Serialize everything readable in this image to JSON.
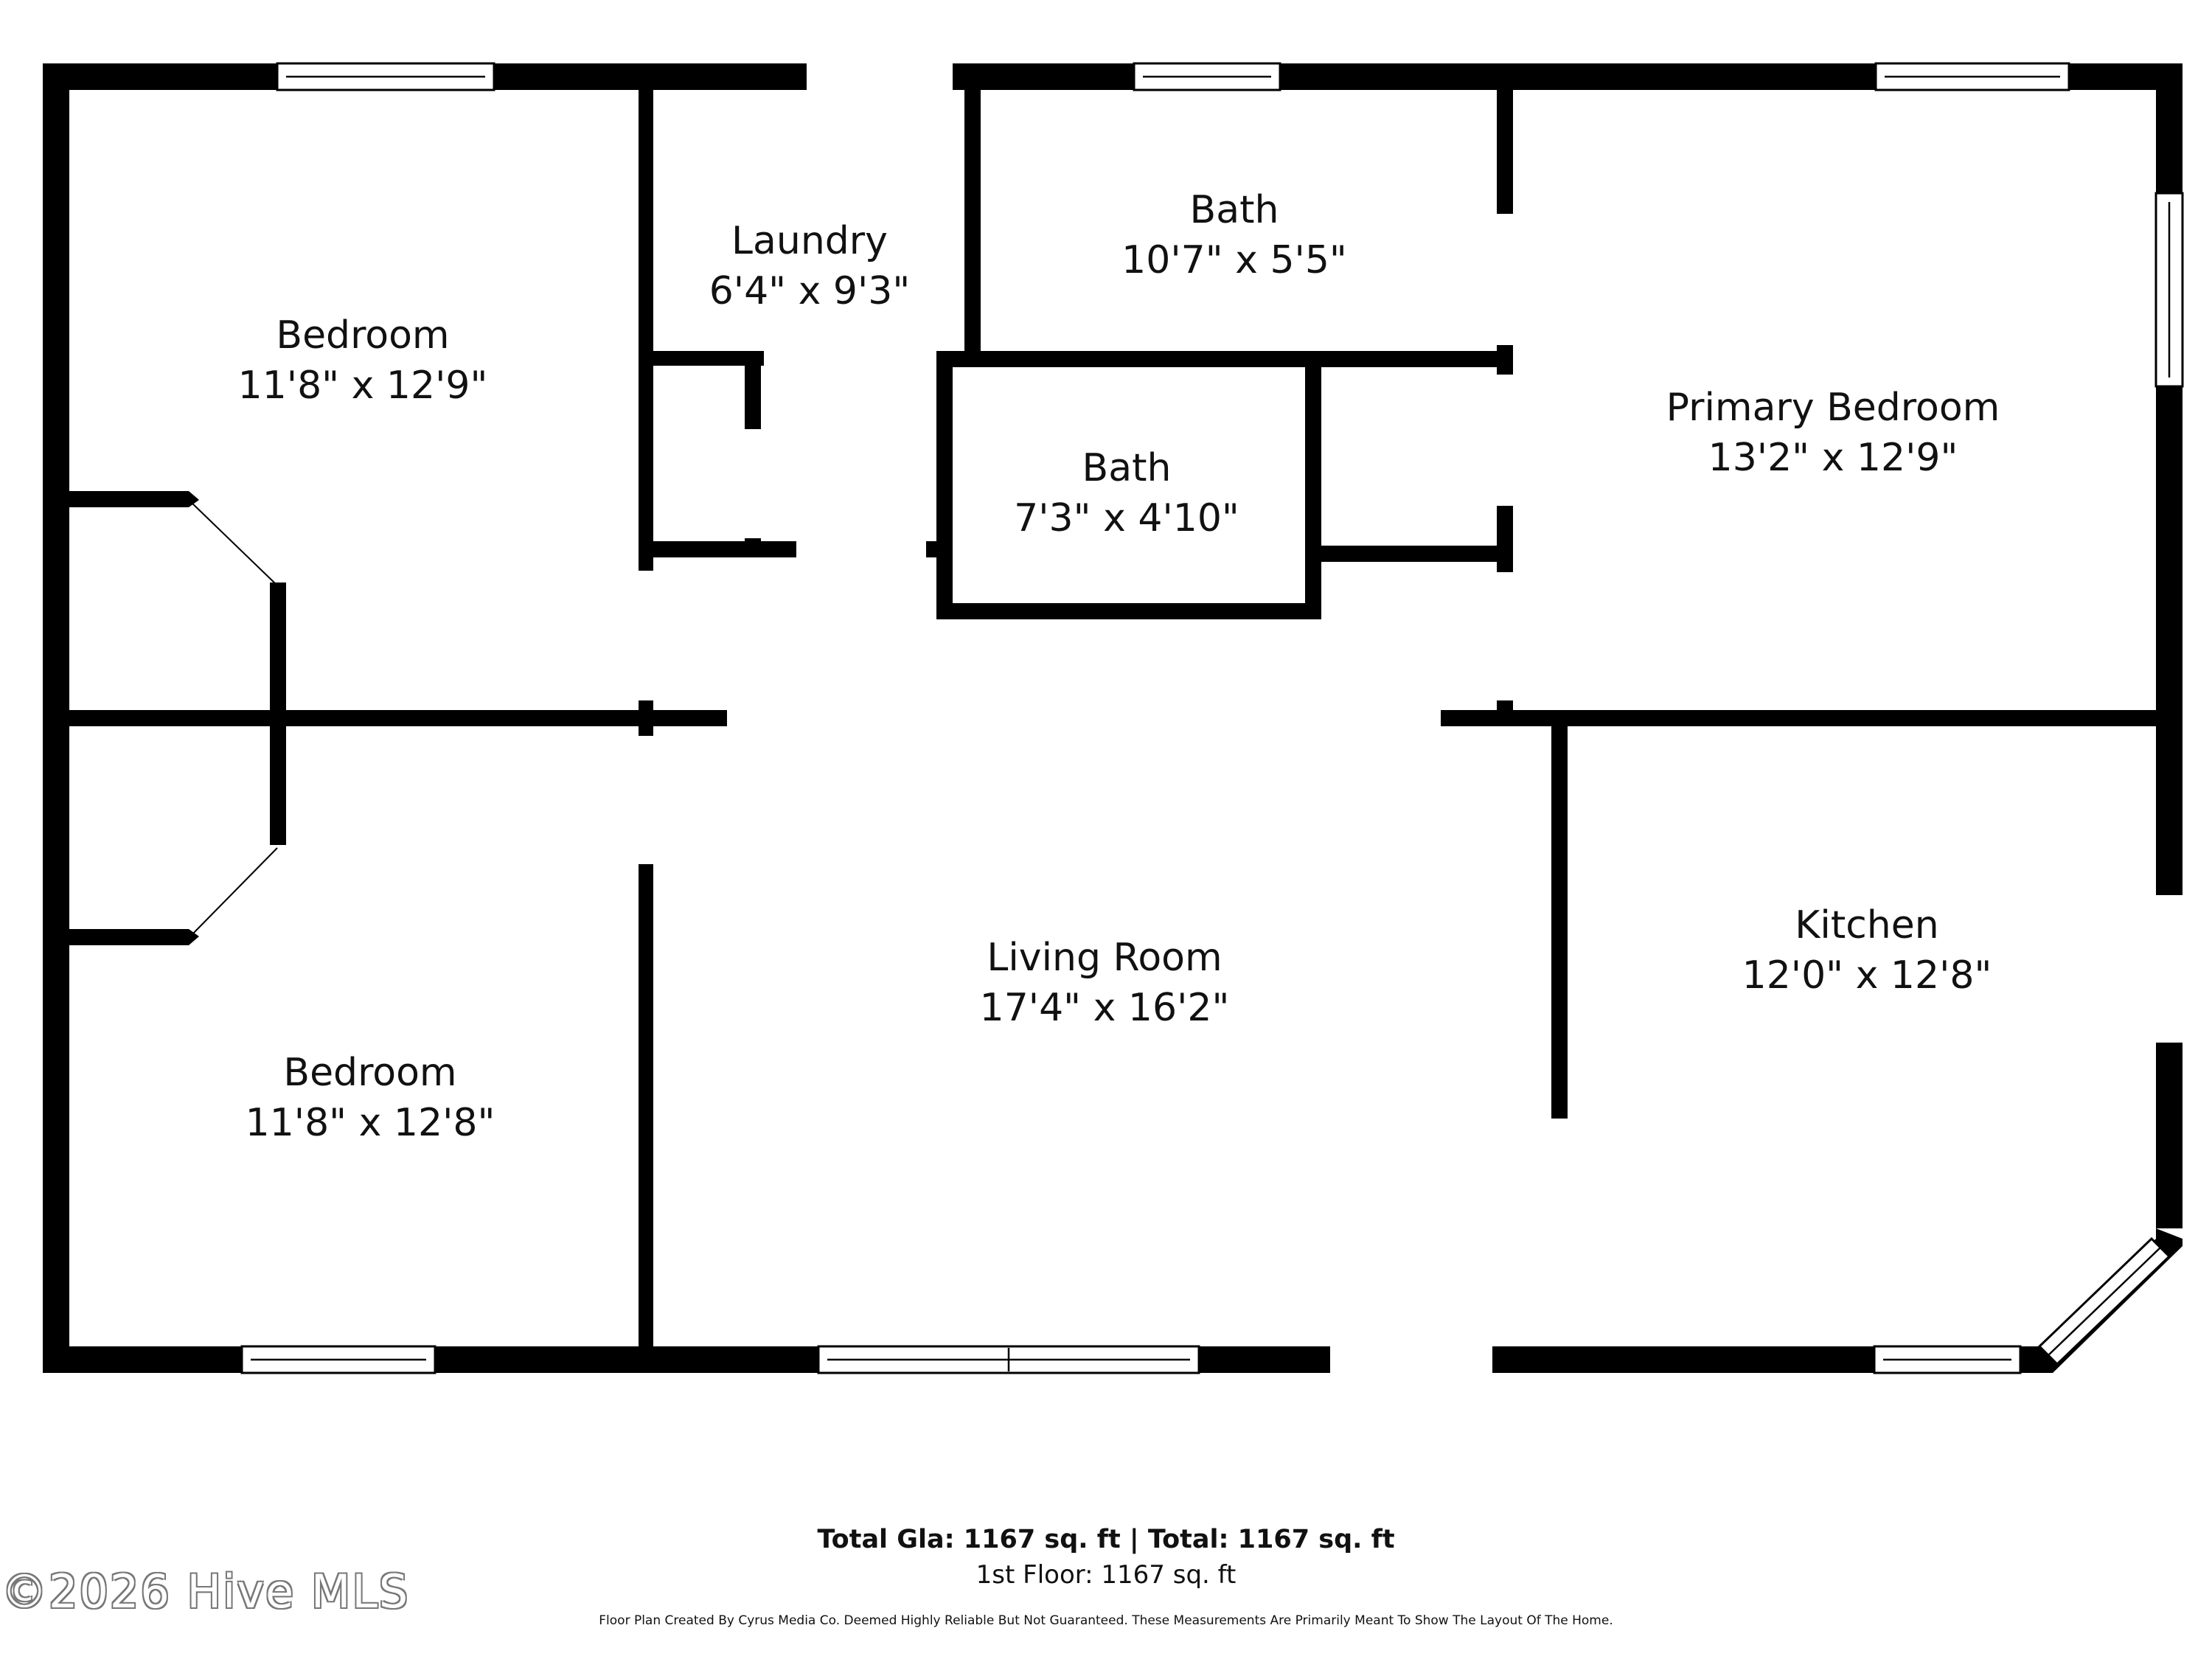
{
  "rooms": {
    "bedroom_top": {
      "name": "Bedroom",
      "size": "11'8\" x 12'9\""
    },
    "laundry": {
      "name": "Laundry",
      "size": "6'4\" x 9'3\""
    },
    "bath_top": {
      "name": "Bath",
      "size": "10'7\" x 5'5\""
    },
    "bath_middle": {
      "name": "Bath",
      "size": "7'3\" x 4'10\""
    },
    "primary_bedroom": {
      "name": "Primary Bedroom",
      "size": "13'2\" x 12'9\""
    },
    "bedroom_bottom": {
      "name": "Bedroom",
      "size": "11'8\" x 12'8\""
    },
    "living_room": {
      "name": "Living Room",
      "size": "17'4\" x 16'2\""
    },
    "kitchen": {
      "name": "Kitchen",
      "size": "12'0\" x 12'8\""
    }
  },
  "footer": {
    "totals": "Total Gla: 1167 sq. ft | Total: 1167 sq. ft",
    "floor": "1st Floor: 1167 sq. ft",
    "disclaimer": "Floor Plan Created By Cyrus Media Co. Deemed Highly Reliable But Not Guaranteed. These Measurements Are Primarily Meant To Show The Layout Of The Home.",
    "watermark": "©2026 Hive MLS"
  },
  "colors": {
    "wall": "#000000",
    "background": "#ffffff"
  }
}
